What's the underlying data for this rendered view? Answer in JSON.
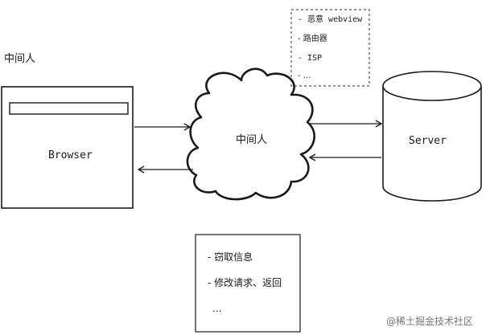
{
  "title_label": "中间人",
  "browser": {
    "label": "Browser"
  },
  "middle": {
    "label": "中间人"
  },
  "server": {
    "label": "Server"
  },
  "sources": {
    "items": [
      "- 恶意 webview",
      "- 路由器",
      "- ISP",
      "- ..."
    ]
  },
  "actions": {
    "items": [
      "- 窃取信息",
      "- 修改请求、返回",
      "..."
    ]
  },
  "watermark": "@稀土掘金技术社区",
  "colors": {
    "stroke": "#1a1a1a",
    "dashed": "#555555"
  }
}
